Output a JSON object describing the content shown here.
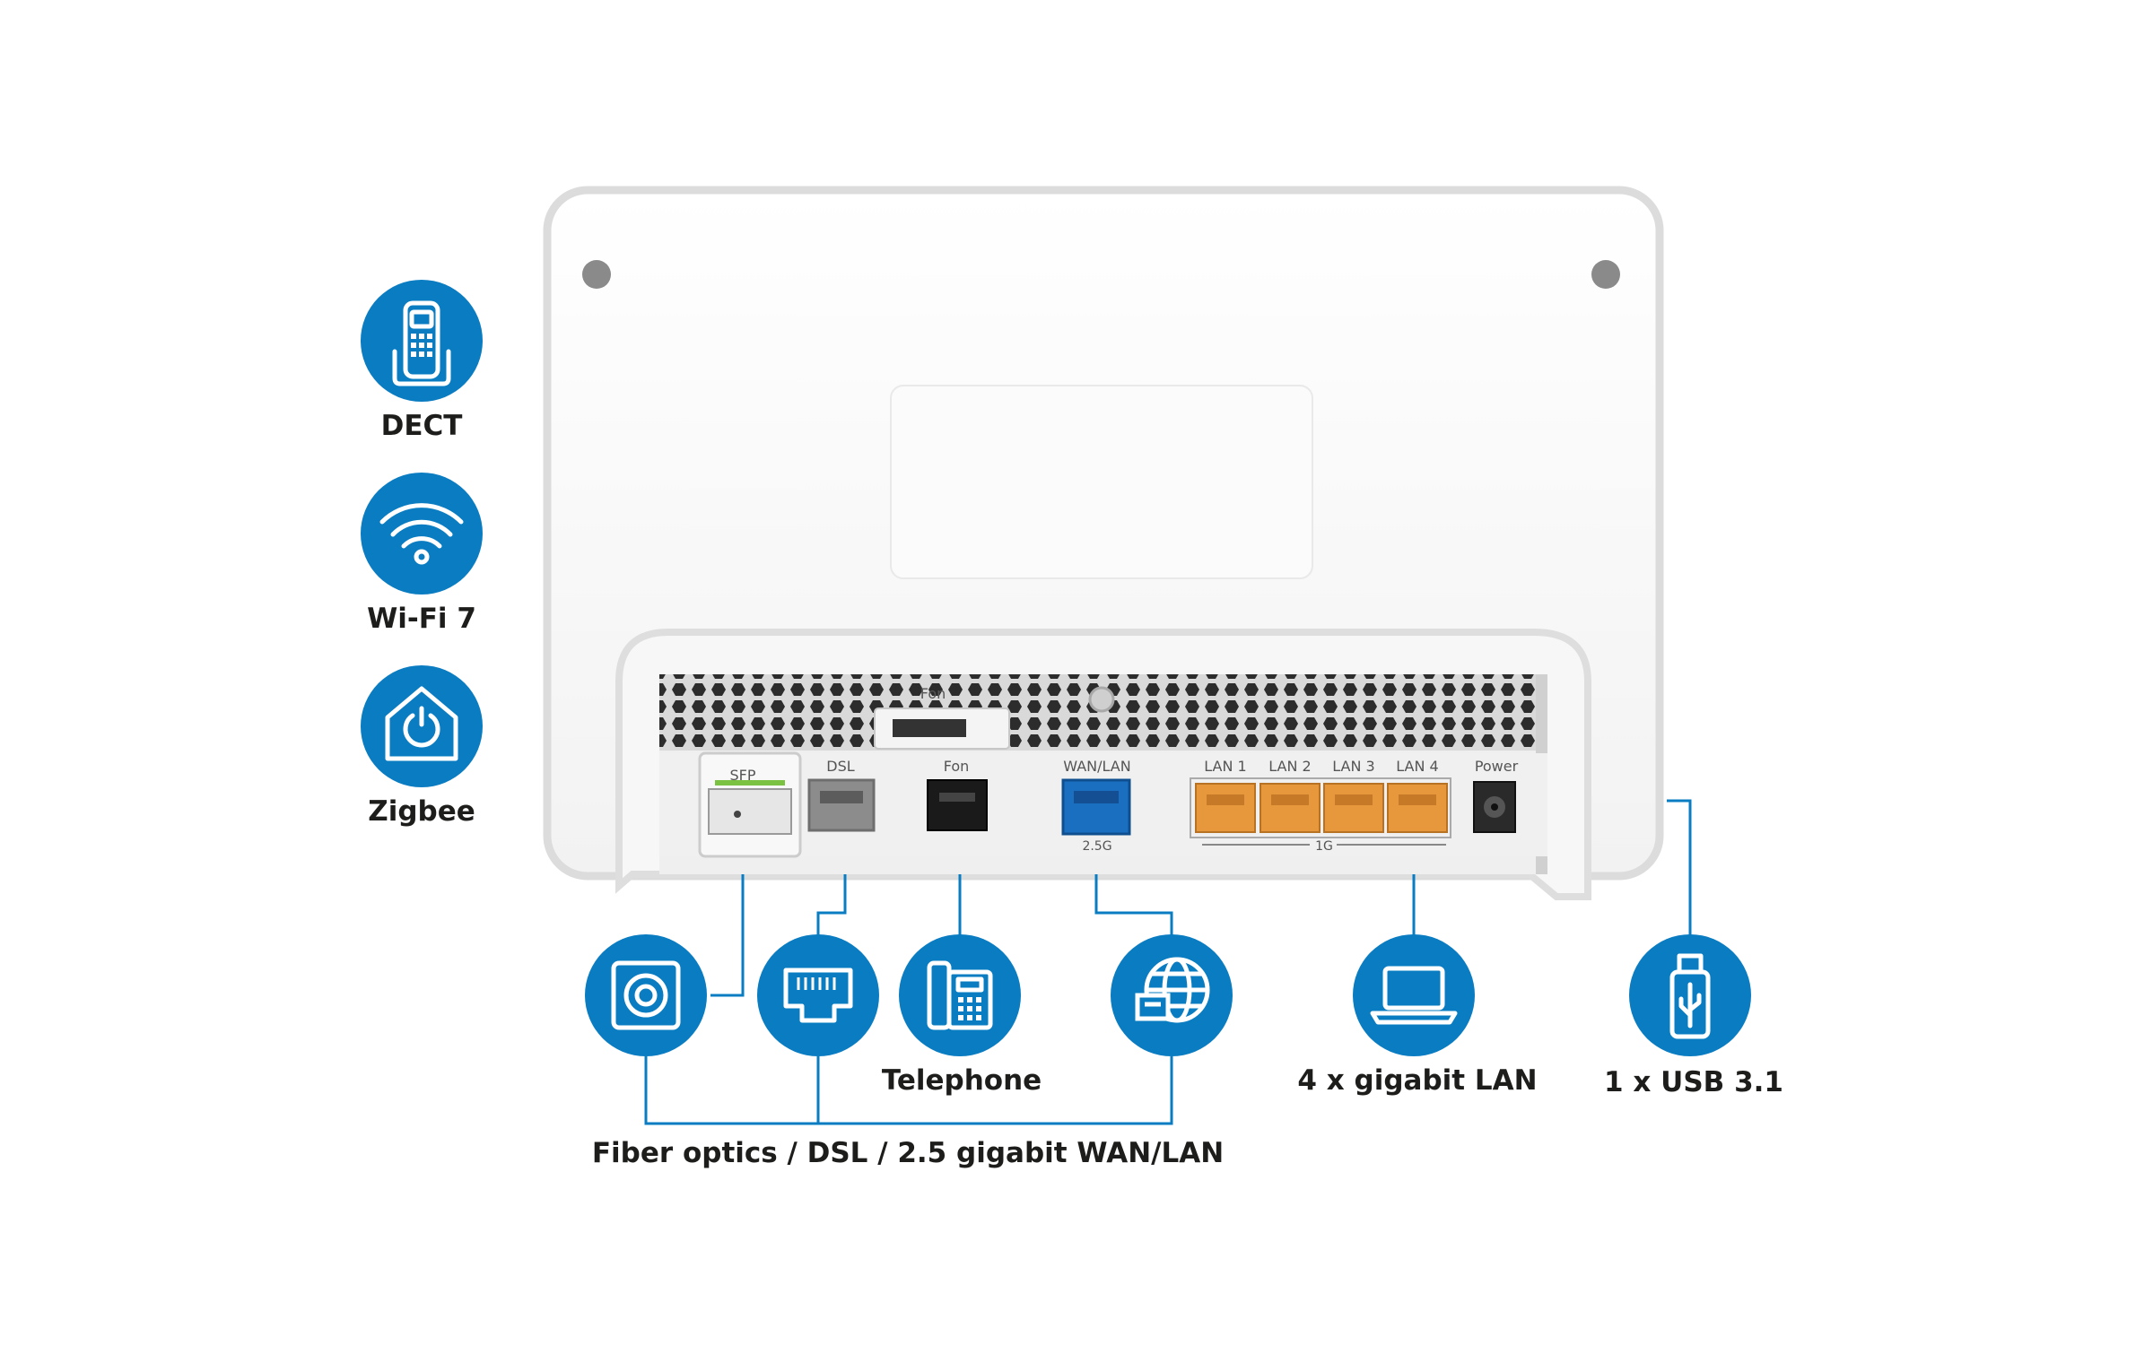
{
  "features": [
    {
      "label": "DECT",
      "icon": "dect-handset-icon"
    },
    {
      "label": "Wi-Fi 7",
      "icon": "wifi-icon"
    },
    {
      "label": "Zigbee",
      "icon": "smart-home-icon"
    }
  ],
  "device": {
    "fon_top_label": "Fon",
    "ports": {
      "sfp": "SFP",
      "dsl": "DSL",
      "fon": "Fon",
      "wan": "WAN/LAN",
      "wan_speed": "2.5G",
      "lan1": "LAN 1",
      "lan2": "LAN 2",
      "lan3": "LAN 3",
      "lan4": "LAN 4",
      "lan_speed": "1G",
      "power": "Power"
    }
  },
  "callouts": {
    "telephone": "Telephone",
    "lan": "4 x gigabit LAN",
    "usb": "1 x USB 3.1",
    "wan_group": "Fiber optics / DSL / 2.5 gigabit WAN/LAN"
  },
  "icons": {
    "fiber": "fiber-optic-icon",
    "dsl": "dsl-port-icon",
    "telephone": "telephone-icon",
    "wan": "globe-icon",
    "lan": "laptop-icon",
    "usb": "usb-stick-icon"
  },
  "colors": {
    "accent_blue": "#0a7cc2",
    "lan_port": "#e8983c",
    "wan_port": "#1b6fc0",
    "dsl_port": "#8c8c8c",
    "fon_port": "#1a1a1a",
    "sfp_green": "#7cc242"
  }
}
